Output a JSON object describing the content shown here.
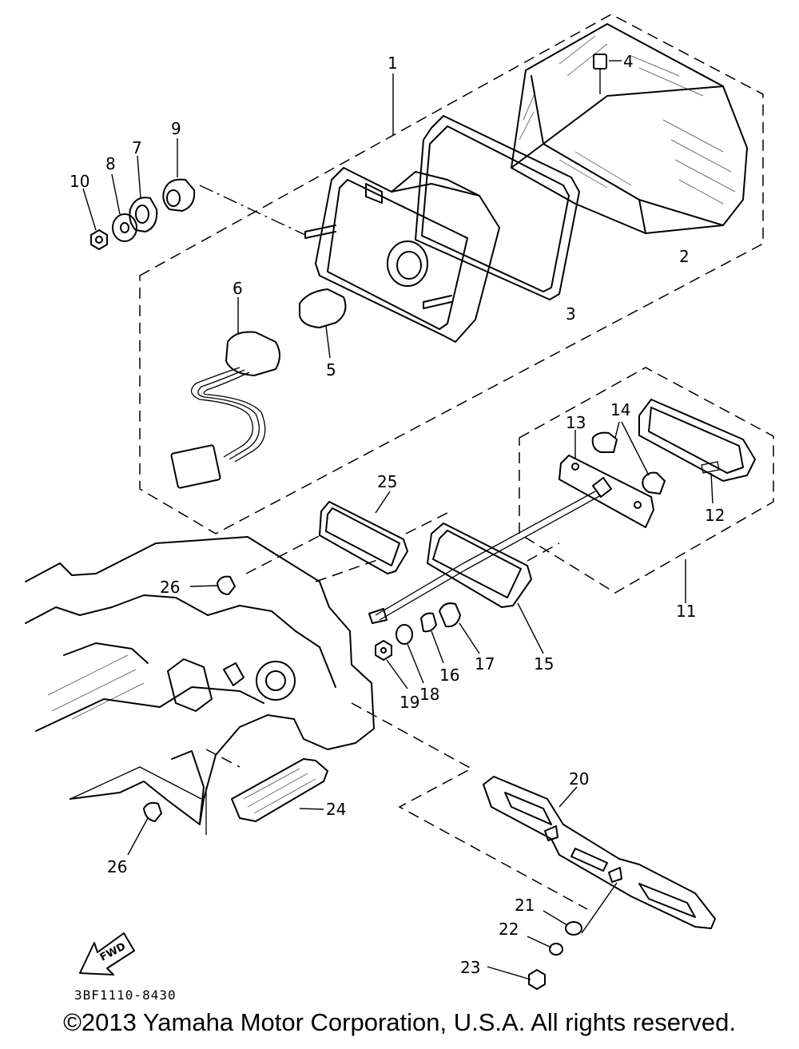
{
  "drawing_code": "3BF1110-8430",
  "copyright": "©2013 Yamaha Motor Corporation, U.S.A. All rights reserved.",
  "fwd_label": "FWD",
  "callouts": {
    "c1": "1",
    "c2": "2",
    "c3": "3",
    "c4": "4",
    "c5": "5",
    "c6": "6",
    "c7": "7",
    "c8": "8",
    "c9": "9",
    "c10": "10",
    "c11": "11",
    "c12": "12",
    "c13": "13",
    "c14": "14",
    "c15": "15",
    "c16": "16",
    "c17": "17",
    "c18": "18",
    "c19": "19",
    "c20": "20",
    "c21": "21",
    "c22": "22",
    "c23": "23",
    "c24": "24",
    "c25": "25",
    "c26a": "26",
    "c26b": "26"
  }
}
